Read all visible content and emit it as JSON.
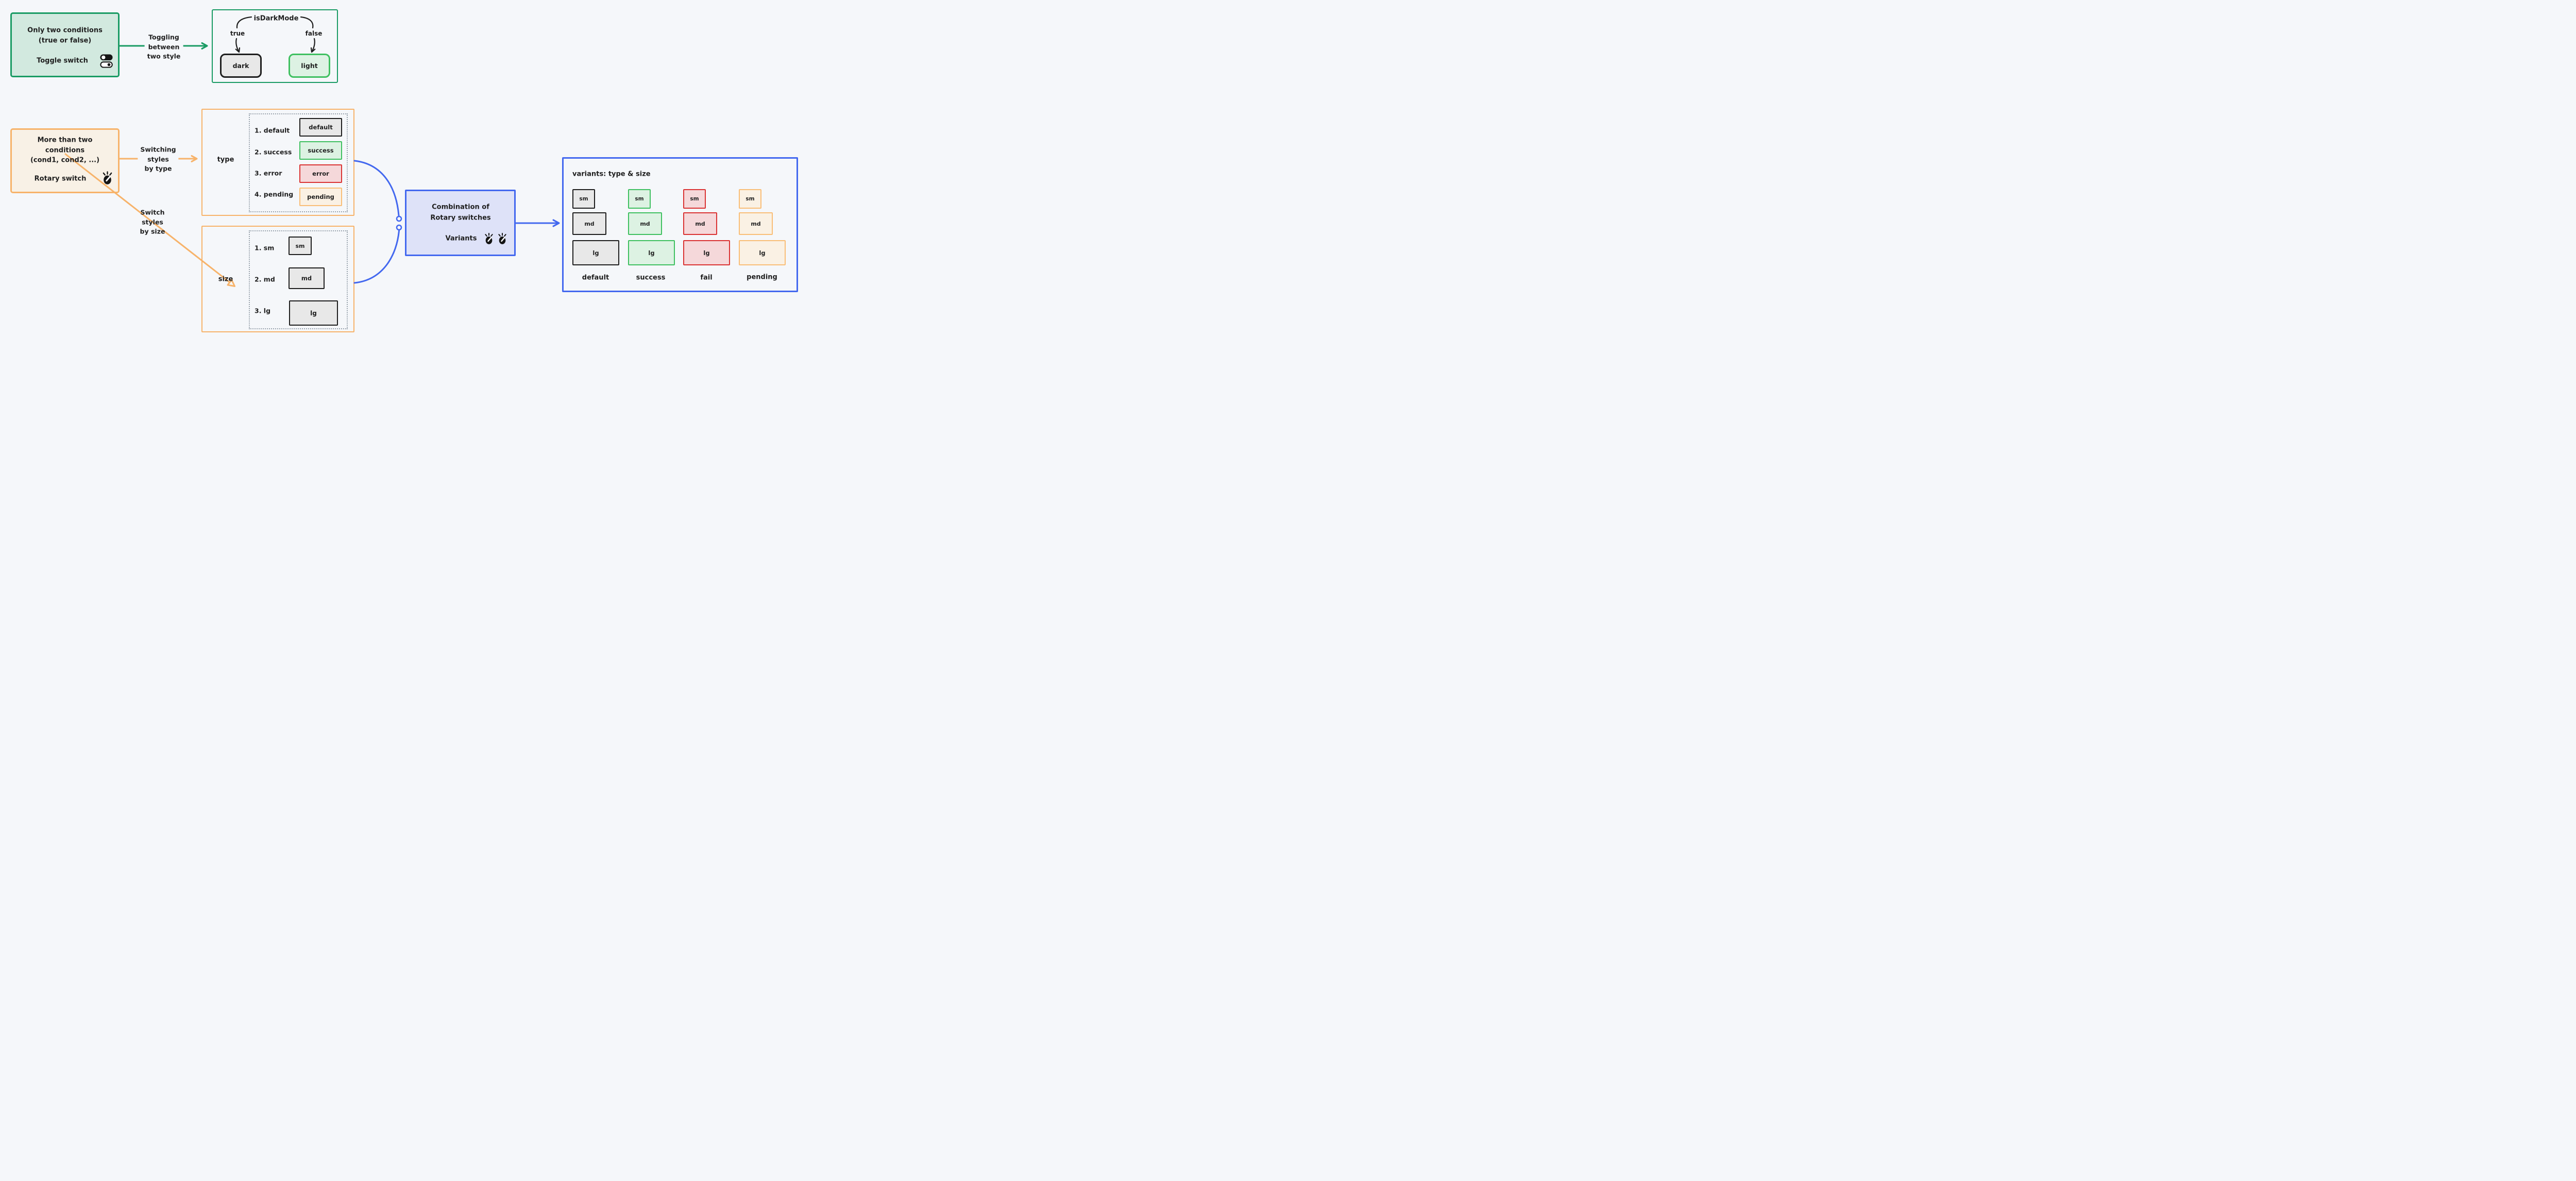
{
  "colors": {
    "background": "#f5f7fa",
    "ink": "#1e1e1e",
    "green_stroke": "#1a9b64",
    "green_box_fill": "#d2e9df",
    "green_bright": "#3fc060",
    "green_light_fill": "#ddf2e3",
    "orange_stroke": "#f7b36a",
    "orange_box_fill": "#f8f1e6",
    "red_stroke": "#da3333",
    "red_fill": "#f5d8da",
    "blue_stroke": "#4368ef",
    "blue_box_fill": "#dee2f8",
    "gray_button_fill": "#e8e8e8"
  },
  "toggle_flow": {
    "condition_box": {
      "line1": "Only two conditions",
      "line2": "(true or false)",
      "switch_label": "Toggle switch",
      "icon": "toggle-switch-icon"
    },
    "arrow_label": [
      "Toggling",
      "between",
      "two style"
    ],
    "isdarkmode_box": {
      "title": "isDarkMode",
      "branch_true": "true",
      "branch_false": "false",
      "dark_button": "dark",
      "light_button": "light"
    }
  },
  "rotary_flow": {
    "condition_box": {
      "line1": "More than two",
      "line2": "conditions",
      "line3": "(cond1, cond2, ...)",
      "switch_label": "Rotary switch",
      "icon": "rotary-knob-icon"
    },
    "type_arrow_label": [
      "Switching",
      "styles",
      "by type"
    ],
    "size_arrow_label": [
      "Switch",
      "styles",
      "by size"
    ],
    "type_panel": {
      "title": "type",
      "rows": [
        {
          "label": "1. default",
          "button": "default"
        },
        {
          "label": "2. success",
          "button": "success"
        },
        {
          "label": "3. error",
          "button": "error"
        },
        {
          "label": "4. pending",
          "button": "pending"
        }
      ]
    },
    "size_panel": {
      "title": "size",
      "rows": [
        {
          "label": "1. sm",
          "button": "sm"
        },
        {
          "label": "2. md",
          "button": "md"
        },
        {
          "label": "3. lg",
          "button": "lg"
        }
      ]
    }
  },
  "combination_box": {
    "line1": "Combination of",
    "line2": "Rotary switches",
    "variants_label": "Variants",
    "icons": [
      "rotary-knob-icon",
      "rotary-knob-icon"
    ]
  },
  "variants_panel": {
    "title": "variants: type & size",
    "columns": [
      {
        "label": "default",
        "buttons": [
          "sm",
          "md",
          "lg"
        ]
      },
      {
        "label": "success",
        "buttons": [
          "sm",
          "md",
          "lg"
        ]
      },
      {
        "label": "fail",
        "buttons": [
          "sm",
          "md",
          "lg"
        ]
      },
      {
        "label": "pending",
        "buttons": [
          "sm",
          "md",
          "lg"
        ]
      }
    ]
  }
}
